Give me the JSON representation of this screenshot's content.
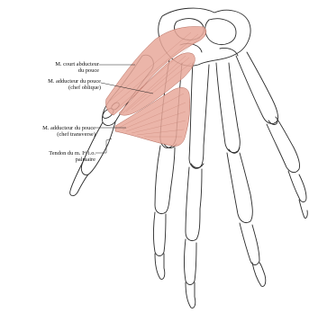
{
  "labels": [
    {
      "id": "court-abducteur",
      "line1": "M. court abducteur",
      "line2": "du pouce"
    },
    {
      "id": "adducteur-oblique",
      "line1": "M. adducteur du pouce",
      "line2": "(chef oblique)"
    },
    {
      "id": "adducteur-transverse",
      "line1": "M. adducteur du pouce",
      "line2": "(chef transverse)"
    },
    {
      "id": "tendon-io",
      "line1": "Tendon du m. Iᵉʳ i.o.",
      "line2": "palmaire"
    }
  ],
  "colors": {
    "muscle_fill": "#e8a89a",
    "muscle_stroke": "#b56a5c",
    "bone_stroke": "#2a2a2a",
    "leader_line": "#222222"
  }
}
